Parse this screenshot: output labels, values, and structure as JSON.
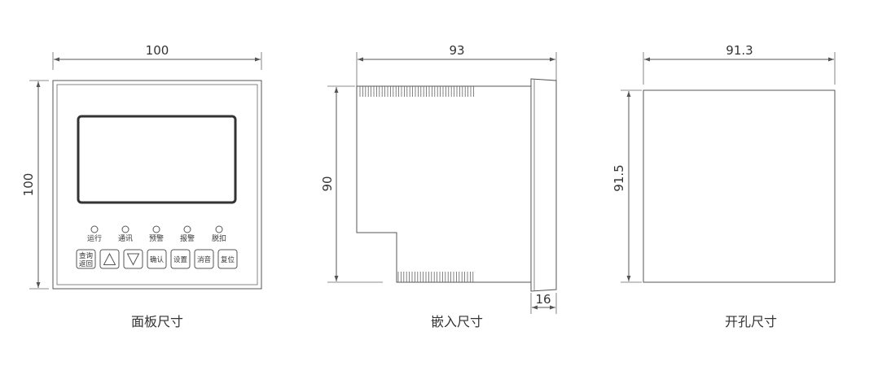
{
  "panel": {
    "width_label": "100",
    "height_label": "100",
    "caption": "面板尺寸",
    "indicators": [
      "运行",
      "通讯",
      "预警",
      "报警",
      "脱扣"
    ],
    "keys": {
      "query_back_top": "查询",
      "query_back_bottom": "返回",
      "up_icon": "up-triangle-icon",
      "down_icon": "down-triangle-icon",
      "confirm": "确认",
      "settings": "设置",
      "mute": "消音",
      "reset": "复位"
    }
  },
  "embed": {
    "width_label": "93",
    "height_label": "90",
    "depth_label": "16",
    "caption": "嵌入尺寸"
  },
  "cutout": {
    "width_label": "91.3",
    "height_label": "91.5",
    "caption": "开孔尺寸"
  },
  "colors": {
    "line": "#555555",
    "screen_border": "#333333",
    "text": "#333333"
  }
}
